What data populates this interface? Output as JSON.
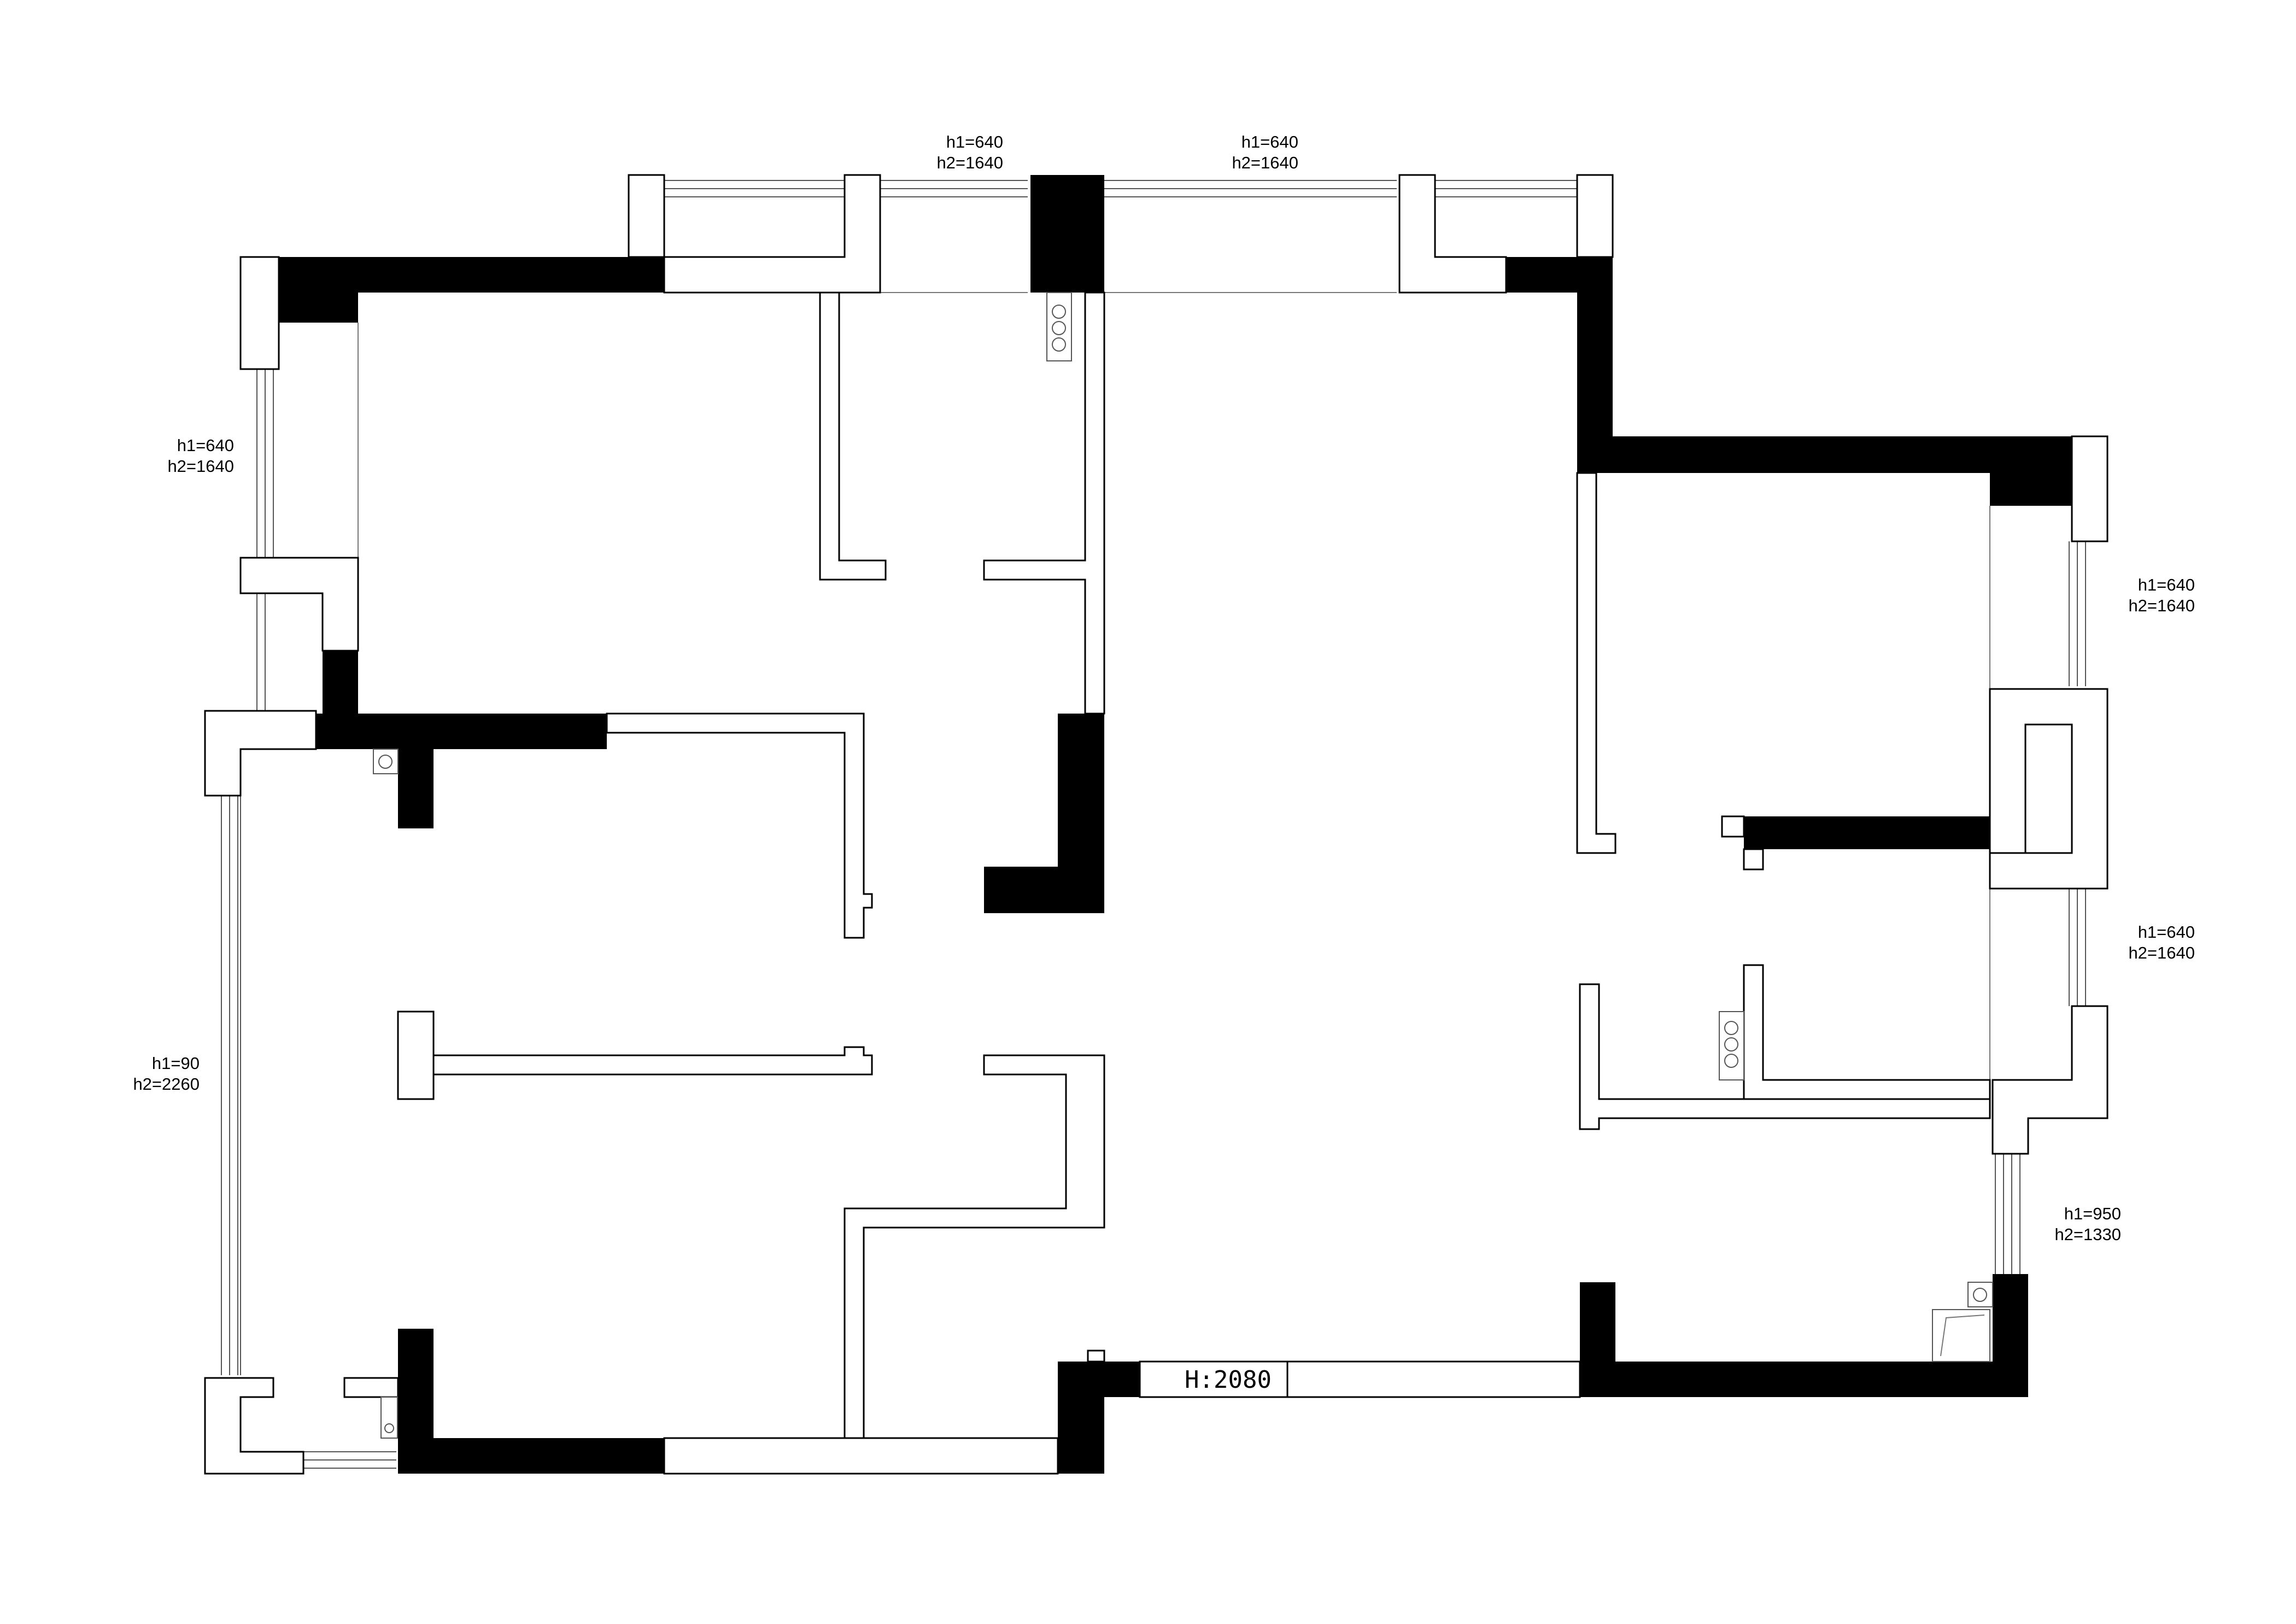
{
  "annotations": [
    {
      "h1": "h1=640",
      "h2": "h2=1640"
    },
    {
      "h1": "h1=640",
      "h2": "h2=1640"
    },
    {
      "h1": "h1=640",
      "h2": "h2=1640"
    },
    {
      "h1": "h1=640",
      "h2": "h2=1640"
    },
    {
      "h1": "h1=640",
      "h2": "h2=1640"
    },
    {
      "h1": "h1=90",
      "h2": "h2=2260"
    },
    {
      "h1": "h1=950",
      "h2": "h2=1330"
    }
  ],
  "door_height_label": "H:2080",
  "colors": {
    "wall": "#000000",
    "background": "#ffffff",
    "window": "#555555"
  }
}
